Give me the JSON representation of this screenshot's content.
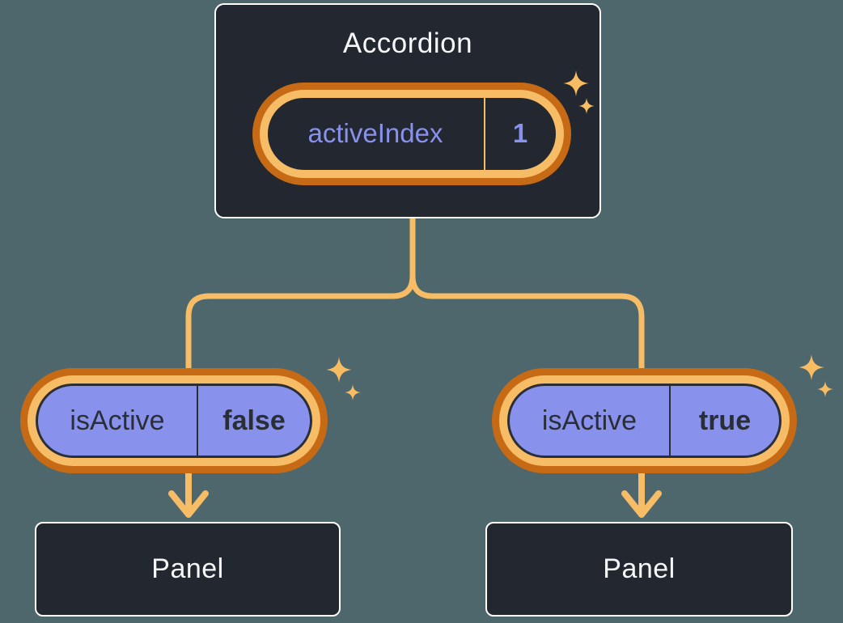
{
  "colors": {
    "bg": "#4D676D",
    "box": "#23272F",
    "box-border": "#FFFFFF",
    "text-light": "#F6F7F9",
    "text-dark": "#2A2F37",
    "purple": "#8891EC",
    "orange-dark": "#C76A15",
    "orange-light": "#F6BC66",
    "sparkle": "#F8BC63"
  },
  "icons": {
    "sparkle": "four-point-star-sparkle"
  },
  "diagram": {
    "root": {
      "title": "Accordion",
      "state": {
        "name": "activeIndex",
        "value": "1"
      }
    },
    "children": [
      {
        "prop": {
          "name": "isActive",
          "value": "false"
        },
        "panel": {
          "label": "Panel"
        }
      },
      {
        "prop": {
          "name": "isActive",
          "value": "true"
        },
        "panel": {
          "label": "Panel"
        }
      }
    ]
  }
}
